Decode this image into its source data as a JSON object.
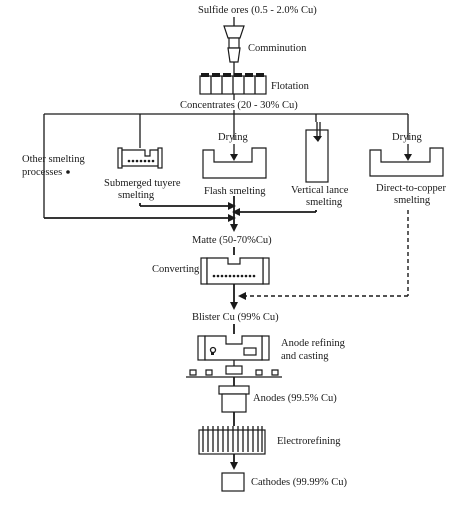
{
  "labels": {
    "sulfide_ores": "Sulfide ores (0.5 - 2.0% Cu)",
    "comminution": "Comminution",
    "flotation": "Flotation",
    "concentrates": "Concentrates (20 - 30% Cu)",
    "other_smelting_1": "Other smelting",
    "other_smelting_2": "processes",
    "submerged_1": "Submerged tuyere",
    "submerged_2": "smelting",
    "drying_1": "Drying",
    "flash_smelting": "Flash smelting",
    "vertical_1": "Vertical lance",
    "vertical_2": "smelting",
    "drying_2": "Drying",
    "direct_1": "Direct-to-copper",
    "direct_2": "smelting",
    "matte": "Matte (50-70%Cu)",
    "converting": "Converting",
    "blister": "Blister Cu (99% Cu)",
    "anode_1": "Anode refining",
    "anode_2": "and casting",
    "anodes": "Anodes (99.5% Cu)",
    "electrorefining": "Electrorefining",
    "cathodes": "Cathodes (99.99% Cu)"
  }
}
